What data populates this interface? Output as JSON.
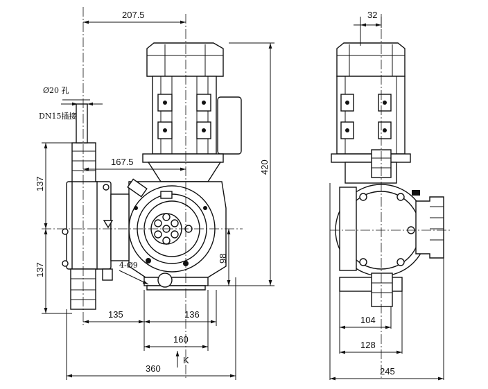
{
  "dimensions": {
    "d207_5": "207.5",
    "d32": "32",
    "d167_5": "167.5",
    "d420": "420",
    "d137_top": "137",
    "d137_bottom": "137",
    "d98": "98",
    "d135": "135",
    "d136": "136",
    "d160": "160",
    "d360": "360",
    "d104": "104",
    "d128": "128",
    "d245": "245"
  },
  "annotations": {
    "hole_diameter": "Ø20 孔",
    "connector": "DN15插接",
    "mounting_holes": "4-Ø9",
    "view_k": "K"
  }
}
